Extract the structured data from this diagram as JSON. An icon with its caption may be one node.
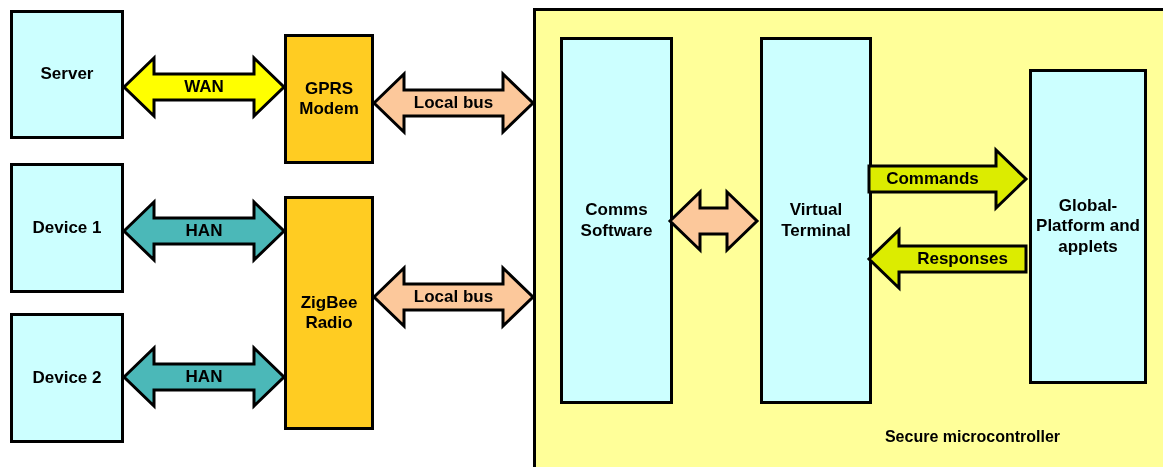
{
  "diagram": {
    "nodes": [
      {
        "text": [
          "Server"
        ]
      },
      {
        "text": [
          "Device 1"
        ]
      },
      {
        "text": [
          "Device 2"
        ]
      },
      {
        "text": [
          "GPRS Modem"
        ]
      },
      {
        "text": [
          "ZigBee Radio"
        ]
      },
      {
        "text": [
          "Secure microcontroller"
        ]
      },
      {
        "text": [
          "Comms Software"
        ],
        "in": 5
      },
      {
        "text": [
          "Virtual Terminal"
        ],
        "in": 5
      },
      {
        "text": [
          "Global-Platform and applets"
        ],
        "in": 5
      }
    ],
    "edges": [
      {
        "from": 0,
        "to": 3,
        "arrow": "both",
        "label": "WAN",
        "style": "thick",
        "color": "#ffff00"
      },
      {
        "from": 1,
        "to": 4,
        "arrow": "both",
        "label": "HAN",
        "style": "thick",
        "color": "#4bb8b8"
      },
      {
        "from": 2,
        "to": 4,
        "arrow": "both",
        "label": "HAN",
        "style": "thick",
        "color": "#4bb8b8"
      },
      {
        "from": 3,
        "to": 5,
        "arrow": "both",
        "label": "Local bus",
        "style": "thick",
        "color": "#fcc89b"
      },
      {
        "from": 4,
        "to": 5,
        "arrow": "both",
        "label": "Local bus",
        "style": "thick",
        "color": "#fcc89b"
      },
      {
        "from": 6,
        "to": 7,
        "arrow": "both",
        "style": "thick",
        "color": "#fcc89b"
      },
      {
        "from": 7,
        "to": 8,
        "arrow": "to",
        "label": "Commands",
        "style": "thick",
        "color": "#dcec00"
      },
      {
        "from": 8,
        "to": 7,
        "arrow": "to",
        "label": "Responses",
        "style": "thick",
        "color": "#dcec00"
      }
    ]
  }
}
